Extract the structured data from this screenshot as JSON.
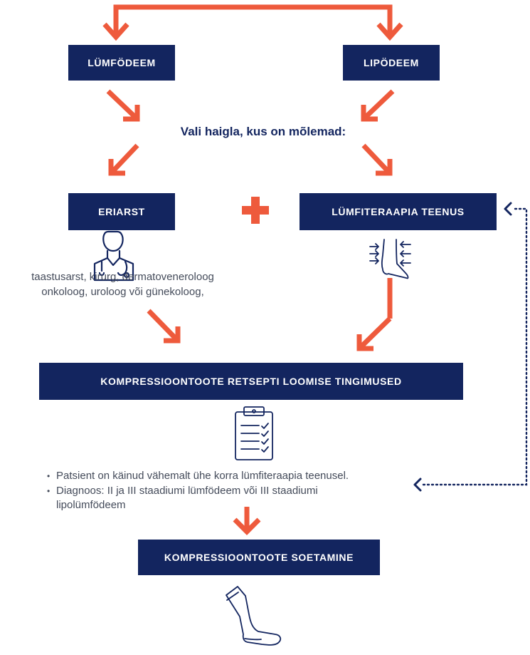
{
  "boxes": {
    "lymphedema": "LÜMFÖDEEM",
    "lipedema": "LIPÖDEEM",
    "specialist": "ERIARST",
    "therapy": "LÜMFITERAAPIA TEENUS",
    "conditions": "KOMPRESSIOONTOOTE RETSEPTI LOOMISE TINGIMUSED",
    "acquire": "KOMPRESSIOONTOOTE SOETAMINE"
  },
  "question": "Vali haigla, kus on mõlemad:",
  "specialist_text": {
    "line1": "taastusarst, kirurg, dermatoveneroloog",
    "line2": "onkoloog, uroloog või günekoloog,"
  },
  "criteria": [
    "Patsient on käinud vähemalt ühe korra lümfiteraapia teenusel.",
    "Diagnoos: II ja III staadiumi lümfödeem või III staadiumi lipolümfödeem"
  ],
  "colors": {
    "navy": "#13255f",
    "orange": "#ee5a3c",
    "text_gray": "#444b5a",
    "background": "#ffffff"
  },
  "icons": {
    "plus": "plus-icon",
    "doctor": "doctor-icon",
    "leg_compression": "leg-compression-icon",
    "clipboard": "clipboard-checklist-icon",
    "stocking": "compression-stocking-icon"
  }
}
